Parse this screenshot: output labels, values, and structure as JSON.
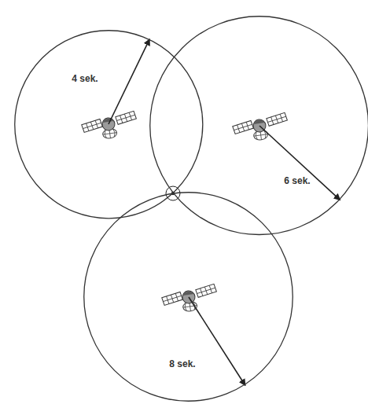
{
  "diagram": {
    "nodes": [
      {
        "text": [
          "4 sek."
        ]
      },
      {
        "text": [
          "6 sek."
        ]
      },
      {
        "text": [
          "8 sek."
        ]
      }
    ]
  }
}
